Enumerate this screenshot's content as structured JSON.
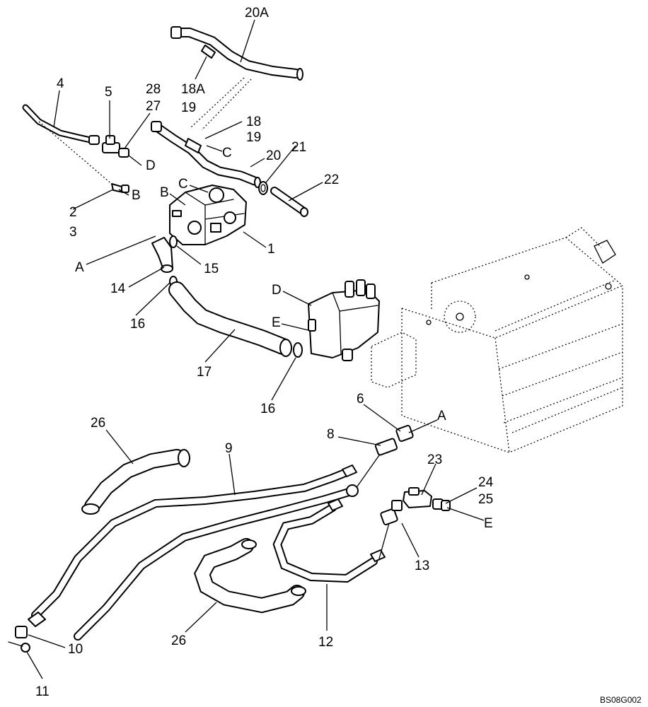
{
  "callouts": {
    "c20A": "20A",
    "c18A": "18A",
    "c19a": "19",
    "c28": "28",
    "c27": "27",
    "c5": "5",
    "c4": "4",
    "c18": "18",
    "c19b": "19",
    "cC1": "C",
    "cD1": "D",
    "c20": "20",
    "c21": "21",
    "c22": "22",
    "cB1": "B",
    "c2": "2",
    "c3": "3",
    "cC2": "C",
    "cB2": "B",
    "c1": "1",
    "cA1": "A",
    "c15": "15",
    "c14": "14",
    "c16a": "16",
    "cD2": "D",
    "cE1": "E",
    "c17": "17",
    "c16b": "16",
    "c6": "6",
    "cA2": "A",
    "c8": "8",
    "c26a": "26",
    "c9": "9",
    "c23": "23",
    "c24": "24",
    "c25": "25",
    "cE2": "E",
    "c13": "13",
    "c26b": "26",
    "c12": "12",
    "c10": "10",
    "c11": "11"
  },
  "figure_code": "BS08G002"
}
